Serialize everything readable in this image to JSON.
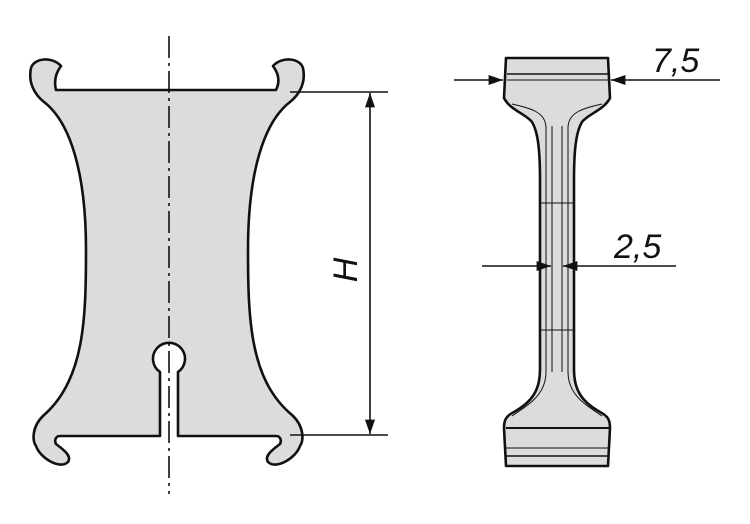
{
  "drawing": {
    "colors": {
      "fill": "#dcdcdc",
      "stroke": "#111111",
      "background": "#ffffff"
    },
    "labels": {
      "height": "H",
      "thickness_outer": "7,5",
      "thickness_web": "2,5"
    }
  }
}
